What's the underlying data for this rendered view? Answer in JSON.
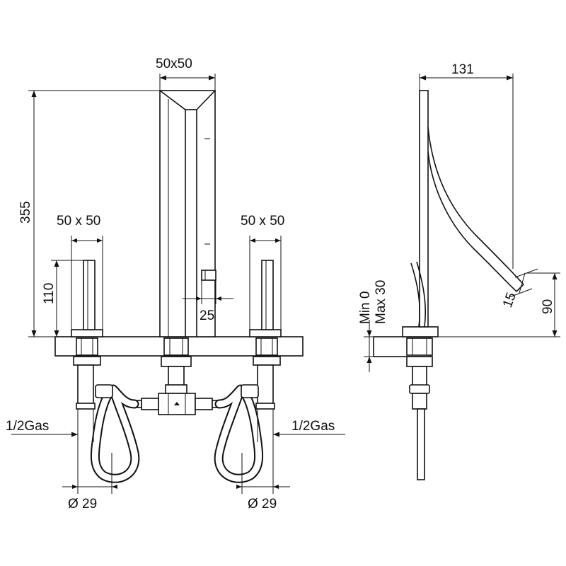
{
  "dimensions": {
    "spout_width": "50x50",
    "total_height": "355",
    "left_handle_size": "50 x 50",
    "right_handle_size": "50 x 50",
    "handle_height": "110",
    "spout_outlet": "25",
    "left_connection": "1/2Gas",
    "right_connection": "1/2Gas",
    "left_diameter": "Ø 29",
    "right_diameter": "Ø 29",
    "spout_reach": "131",
    "side_outlet": "15",
    "outlet_height": "90",
    "deck_thickness_min": "Min 0",
    "deck_thickness_max": "Max 30"
  }
}
